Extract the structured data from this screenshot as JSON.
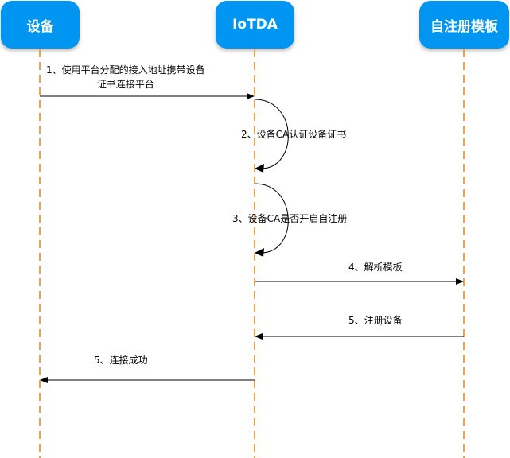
{
  "participants": {
    "device": "设备",
    "iotda": "IoTDA",
    "template": "自注册模板"
  },
  "messages": {
    "m1_line1": "1、使用平台分配的接入地址携带设备",
    "m1_line2": "证书连接平台",
    "m2": "2、设备CA认证设备证书",
    "m3": "3、设备CA是否开启自注册",
    "m4": "4、解析模板",
    "m5": "5、注册设备",
    "m6": "5、连接成功"
  },
  "colors": {
    "participant_fill": "#0095F0",
    "lifeline": "#E08E2B",
    "arrow": "#000000"
  }
}
